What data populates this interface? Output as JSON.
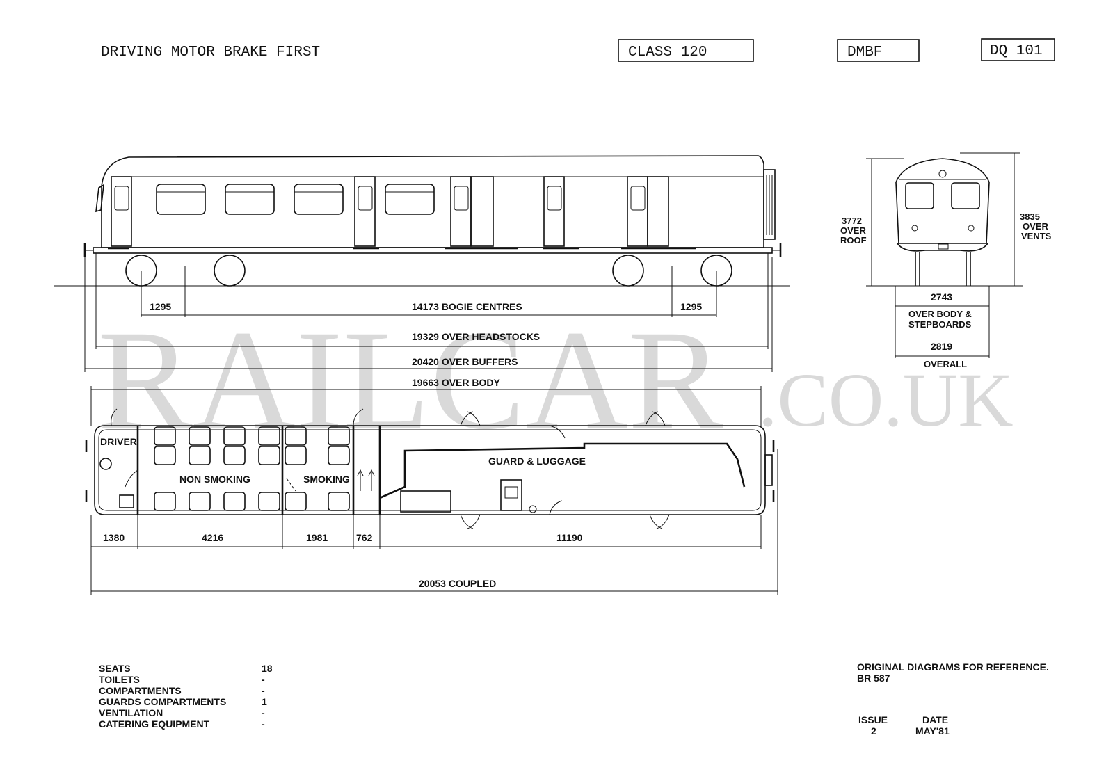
{
  "header": {
    "title": "DRIVING MOTOR BRAKE FIRST",
    "class_box": "CLASS 120",
    "type_box": "DMBF",
    "diagram_box": "DQ 101"
  },
  "watermark": {
    "main": "RAILCAR",
    "suffix": ".CO.UK"
  },
  "side_view": {
    "dim_1295_left": "1295",
    "dim_bogie_centres": "14173 BOGIE CENTRES",
    "dim_1295_right": "1295",
    "dim_headstocks": "19329 OVER HEADSTOCKS",
    "dim_buffers": "20420 OVER BUFFERS",
    "dim_body": "19663 OVER BODY"
  },
  "end_view": {
    "roof_value": "3772",
    "roof_l1": "OVER",
    "roof_l2": "ROOF",
    "vents_value": "3835",
    "vents_l1": "OVER",
    "vents_l2": "VENTS",
    "body_width": "2743",
    "body_l1": "OVER BODY &",
    "body_l2": "STEPBOARDS",
    "overall_width": "2819",
    "overall_label": "OVERALL"
  },
  "plan": {
    "driver": "DRIVER",
    "non_smoking": "NON SMOKING",
    "smoking": "SMOKING",
    "guard": "GUARD & LUGGAGE",
    "dim_1380": "1380",
    "dim_4216": "4216",
    "dim_1981": "1981",
    "dim_762": "762",
    "dim_11190": "11190",
    "dim_coupled": "20053 COUPLED"
  },
  "stats": [
    {
      "label": "SEATS",
      "value": "18"
    },
    {
      "label": "TOILETS",
      "value": "-"
    },
    {
      "label": "COMPARTMENTS",
      "value": "-"
    },
    {
      "label": "GUARDS COMPARTMENTS",
      "value": "1"
    },
    {
      "label": "VENTILATION",
      "value": "-"
    },
    {
      "label": "CATERING EQUIPMENT",
      "value": "-"
    }
  ],
  "reference": {
    "line1": "ORIGINAL DIAGRAMS FOR REFERENCE.",
    "line2": "BR 587",
    "issue_label": "ISSUE",
    "date_label": "DATE",
    "issue_value": "2",
    "date_value": "MAY'81"
  }
}
